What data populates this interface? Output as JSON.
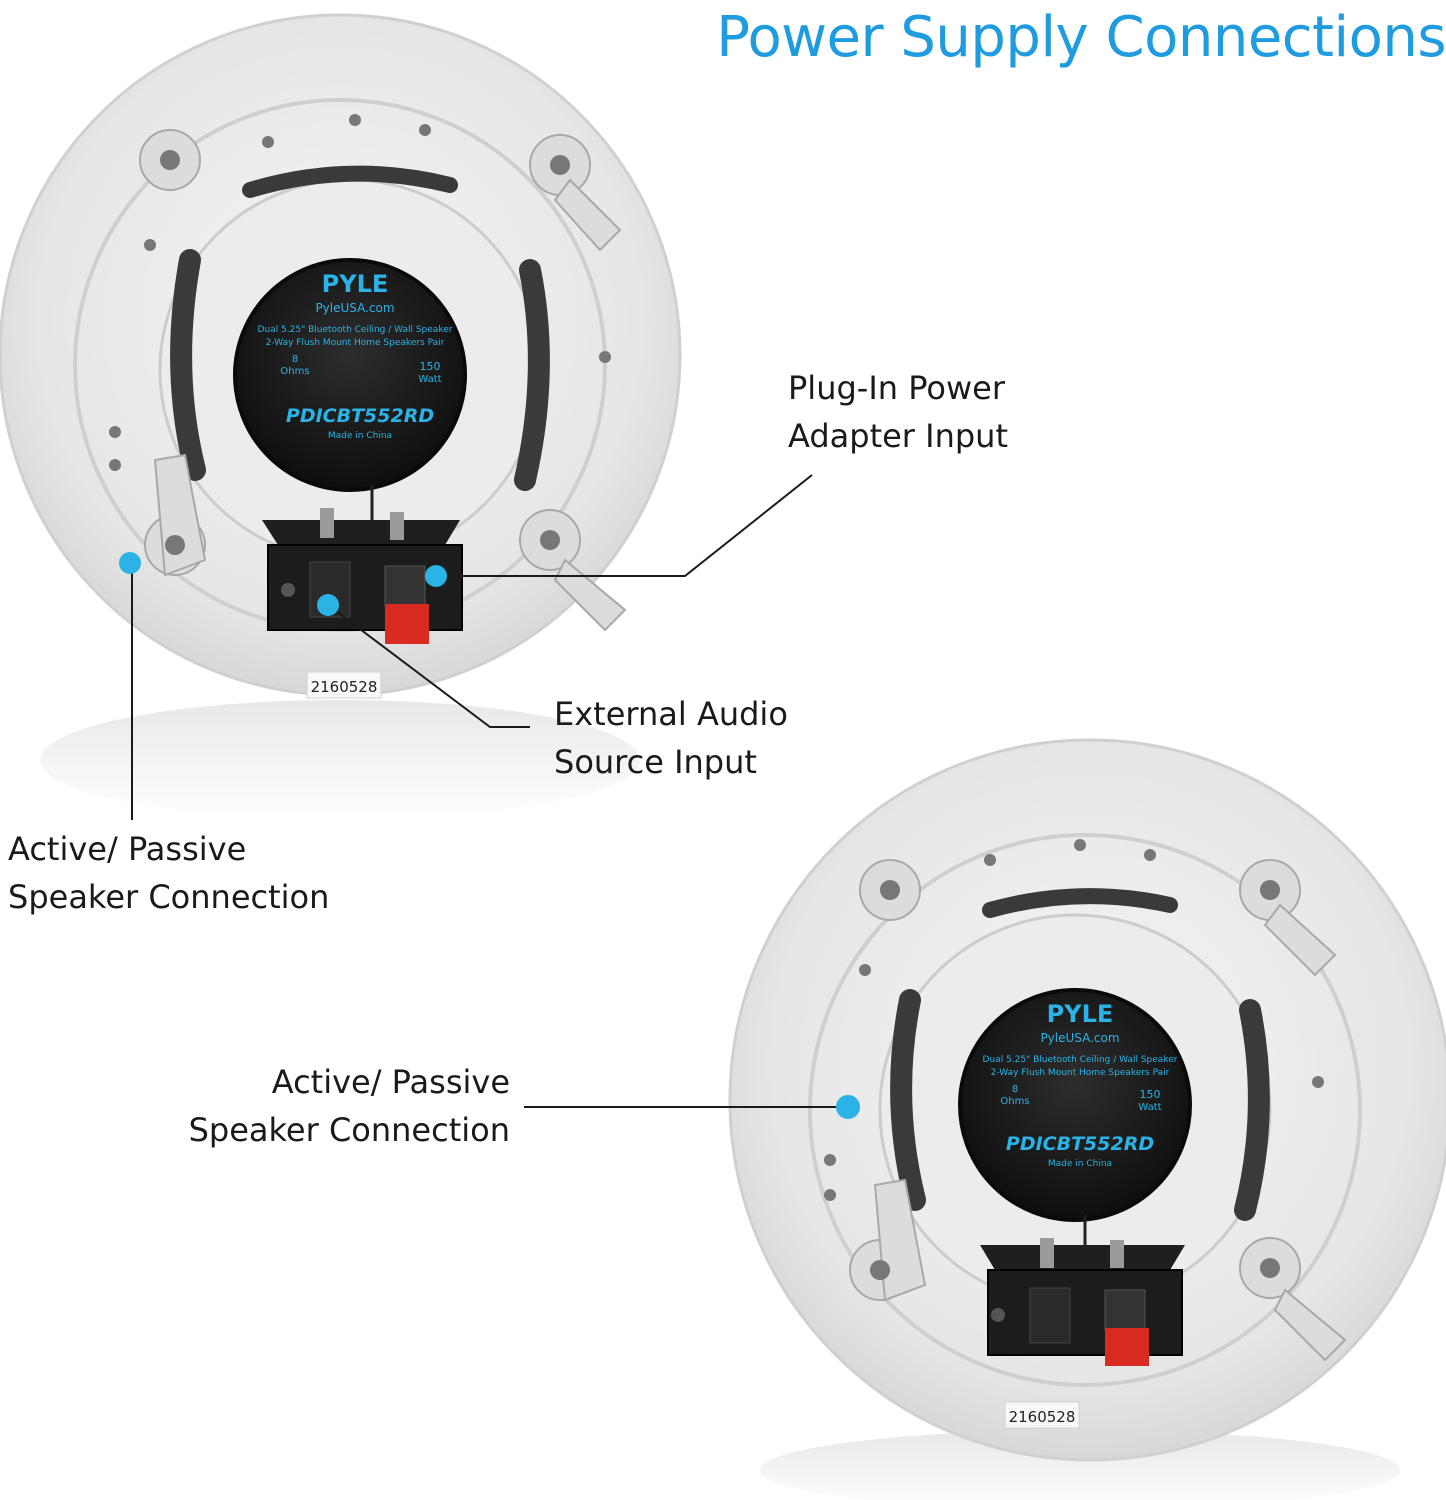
{
  "title": "Power Supply Connections",
  "colors": {
    "accent": "#1f9be0",
    "dot": "#2bb3e6",
    "speaker_face": "#eeeeee",
    "magnet": "#1c1c1c",
    "terminal_red": "#d92a22"
  },
  "callouts": {
    "plug_in_power": [
      "Plug-In Power",
      "Adapter Input"
    ],
    "external_audio": [
      "External Audio",
      "Source Input"
    ],
    "active_passive_left": [
      "Active/ Passive",
      "Speaker Connection"
    ],
    "active_passive_right": [
      "Active/ Passive",
      "Speaker Connection"
    ]
  },
  "speaker_label": {
    "brand": "PYLE",
    "site": "PyleUSA.com",
    "desc_line1": "Dual 5.25\" Bluetooth Ceiling / Wall Speaker",
    "desc_line2": "2-Way Flush Mount Home Speakers Pair",
    "ohms_value": "8",
    "ohms_unit": "Ohms",
    "watt_value": "150",
    "watt_unit": "Watt",
    "model": "PDICBT552RD",
    "origin": "Made in China"
  },
  "serial": "2160528",
  "icons": [
    "connection-dot-icon",
    "speaker-terminal-icon"
  ]
}
